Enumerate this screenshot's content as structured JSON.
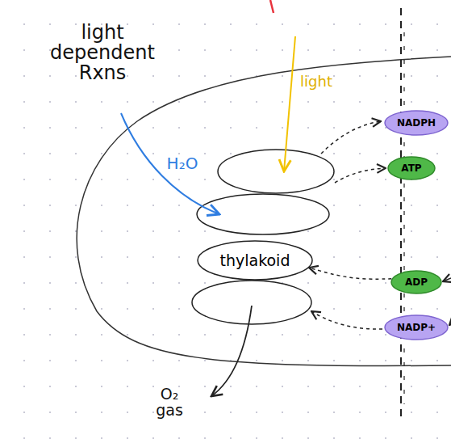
{
  "diagram": {
    "nodes": [
      {
        "text": [
          "thylakoid"
        ]
      },
      {
        "text": [
          "NADPH"
        ]
      },
      {
        "text": [
          "ATP"
        ]
      },
      {
        "text": [
          "ADP"
        ]
      },
      {
        "text": [
          "NADP+"
        ]
      }
    ],
    "edges": [
      {
        "from": 3,
        "to": 0,
        "arrow": "to"
      }
    ],
    "labels": [
      "light dependent Rxns",
      "H₂O",
      "light",
      "O₂ gas"
    ]
  }
}
